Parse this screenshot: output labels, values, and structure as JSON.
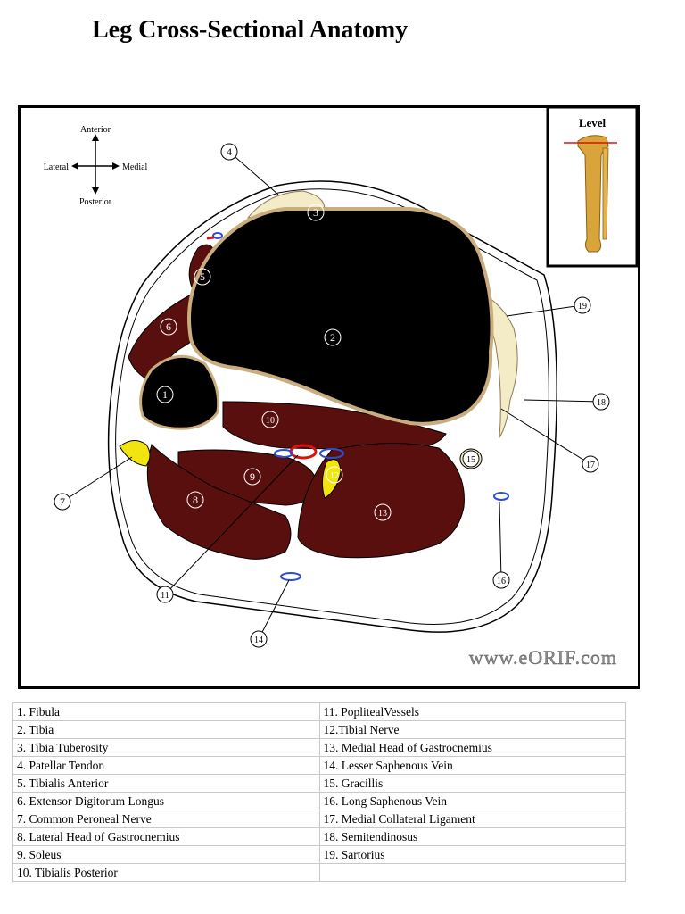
{
  "title": "Leg Cross-Sectional Anatomy",
  "compass": {
    "anterior": "Anterior",
    "posterior": "Posterior",
    "lateral": "Lateral",
    "medial": "Medial"
  },
  "inset": {
    "label": "Level"
  },
  "watermark": "www.eORIF.com",
  "callouts": [
    "1",
    "2",
    "3",
    "4",
    "5",
    "6",
    "7",
    "8",
    "9",
    "10",
    "11",
    "12",
    "13",
    "14",
    "15",
    "16",
    "17",
    "18",
    "19"
  ],
  "legend": {
    "left": [
      "1. Fibula",
      "2. Tibia",
      "3. Tibia Tuberosity",
      "4. Patellar Tendon",
      "5. Tibialis Anterior",
      "6. Extensor Digitorum Longus",
      "7. Common Peroneal Nerve",
      "8. Lateral Head of Gastrocnemius",
      "9. Soleus",
      "10. Tibialis Posterior"
    ],
    "right": [
      "11. PoplitealVessels",
      "12.Tibial Nerve",
      "13. Medial Head of Gastrocnemius",
      "14. Lesser Saphenous Vein",
      "15. Gracillis",
      "16. Long Saphenous Vein",
      "17. Medial Collateral Ligament",
      "18. Semitendinosus",
      "19. Sartorius",
      ""
    ]
  },
  "colors": {
    "muscle": "#5a0f0f",
    "bone": "#000000",
    "bone_rim": "#c9ad7e",
    "tendon": "#f4ecc6",
    "nerve": "#f2e40e",
    "artery": "#e01010",
    "vein": "#2a4fd6"
  }
}
